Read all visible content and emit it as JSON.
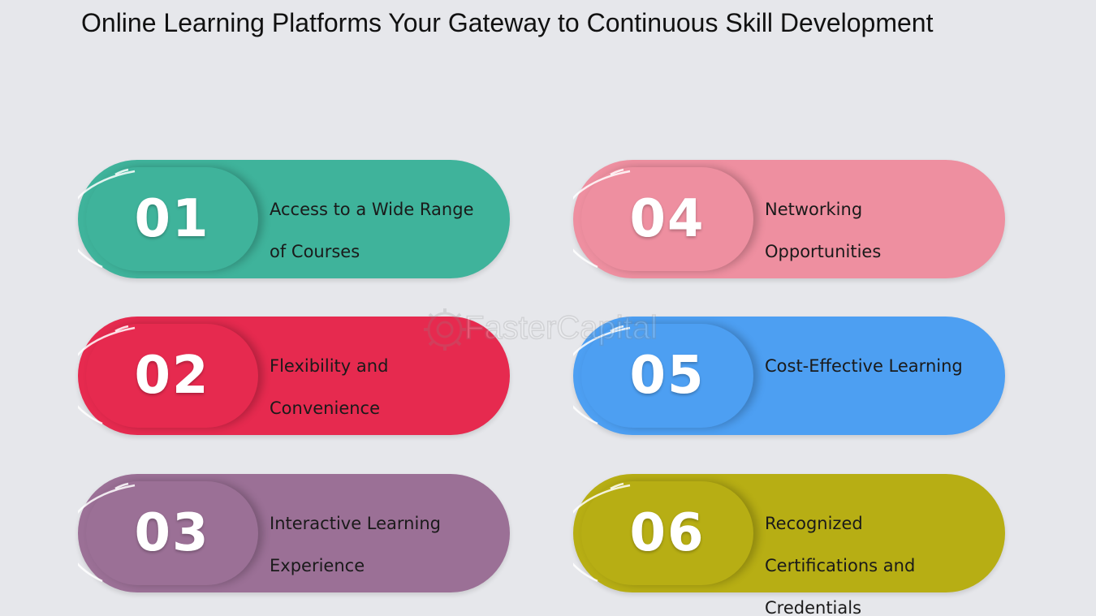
{
  "title": "Online Learning Platforms Your Gateway to Continuous Skill Development",
  "watermark": "FasterCapital",
  "steps": [
    {
      "number": "01",
      "lines": [
        "Access to a Wide Range",
        "of Courses"
      ],
      "color": "#3fb39b"
    },
    {
      "number": "02",
      "lines": [
        "Flexibility and",
        "Convenience"
      ],
      "color": "#e62a4f"
    },
    {
      "number": "03",
      "lines": [
        "Interactive Learning",
        "Experience"
      ],
      "color": "#9b7096"
    },
    {
      "number": "04",
      "lines": [
        "Networking",
        "Opportunities"
      ],
      "color": "#ee8fa0"
    },
    {
      "number": "05",
      "lines": [
        "Cost-Effective Learning"
      ],
      "color": "#4d9ff2"
    },
    {
      "number": "06",
      "lines": [
        "Recognized",
        "Certifications and",
        "Credentials"
      ],
      "color": "#b7ae14"
    }
  ]
}
